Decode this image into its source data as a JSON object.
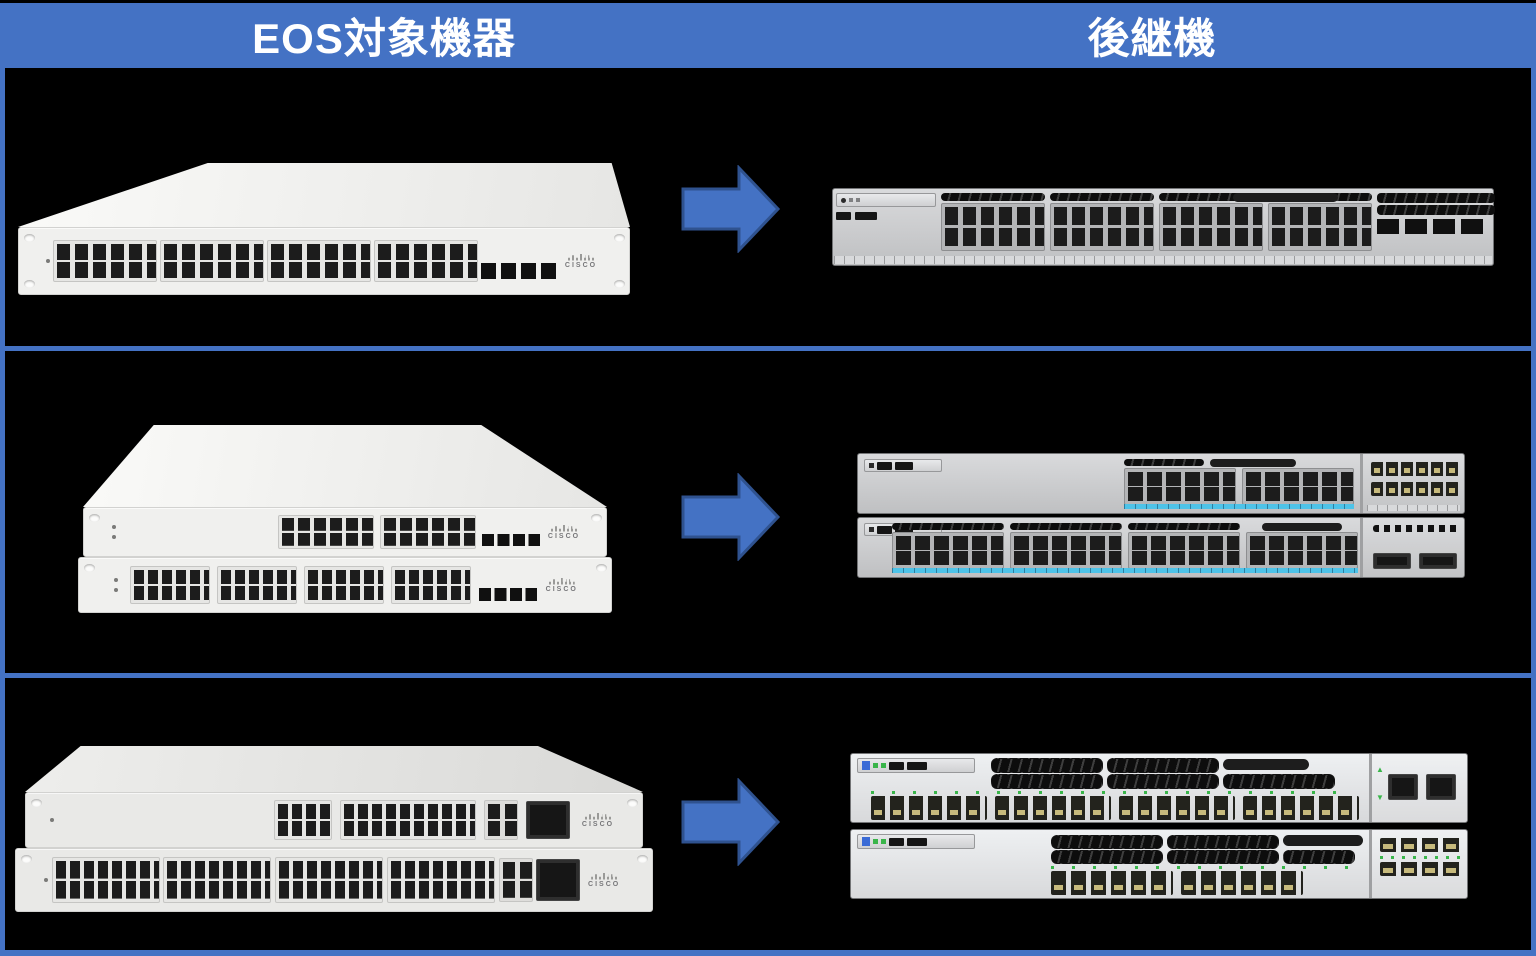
{
  "header": {
    "left_title": "EOS対象機器",
    "right_title": "後継機"
  },
  "brand": {
    "logo_text": "CISCO"
  },
  "colors": {
    "header_bar": "#4472C4",
    "frame_border": "#4472C4",
    "row_background": "#000000",
    "arrow_fill": "#4472C4",
    "arrow_outline": "#2F528F",
    "meraki_body": "#F0F0EE",
    "catalyst_body": "#C9CACC",
    "port_dark": "#1C1C1C",
    "mgig_stripe": "#4EC3E8",
    "led_green": "#39B54A"
  },
  "rows": [
    {
      "eos_device": {
        "description": "Cisco Meraki white 1U 48-port access switch with 4 SFP+ uplinks"
      },
      "successor_device": {
        "description": "Cisco Catalyst 9300L 48-port switch with fixed 4x10G SFP+ uplinks"
      }
    },
    {
      "eos_device": {
        "description": "Stacked Cisco Meraki white 24-port and 48-port switches with 4 SFP+ uplinks each"
      },
      "successor_device": {
        "description": "Stacked Cisco Catalyst 9300 24-port and 48-port multigigabit switches with modular uplinks"
      }
    },
    {
      "eos_device": {
        "description": "Stacked Cisco Meraki MS355 24-port and 48-port switches with SFP+ and QSFP uplinks"
      },
      "successor_device": {
        "description": "Stacked Cisco Catalyst 9300X fiber SFP+ switches with QSFP uplink modules"
      }
    }
  ]
}
